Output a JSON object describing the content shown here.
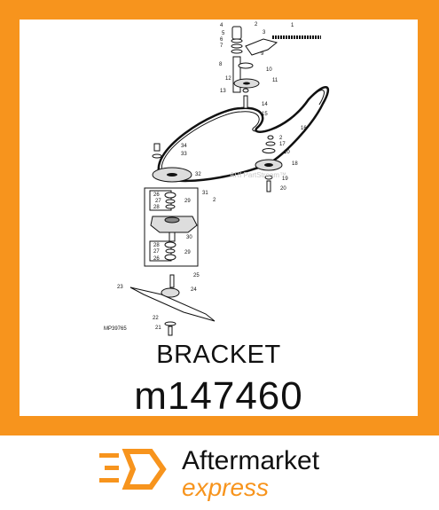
{
  "product": {
    "name": "BRACKET",
    "part_number": "m147460"
  },
  "diagram": {
    "watermark": "ARI PartStream™",
    "figure_code": "MP39765",
    "callouts": [
      "1",
      "2",
      "3",
      "4",
      "5",
      "6",
      "7",
      "8",
      "9",
      "10",
      "11",
      "12",
      "13",
      "14",
      "15",
      "16",
      "2",
      "17",
      "10",
      "18",
      "19",
      "20",
      "34",
      "33",
      "32",
      "31",
      "2",
      "26",
      "27",
      "29",
      "28",
      "30",
      "28",
      "27",
      "29",
      "26",
      "25",
      "24",
      "23",
      "22",
      "21"
    ]
  },
  "brand": {
    "line1": "Aftermarket",
    "line2": "express",
    "icon": "forward-hexagon-icon",
    "accent_color": "#f7941d"
  }
}
